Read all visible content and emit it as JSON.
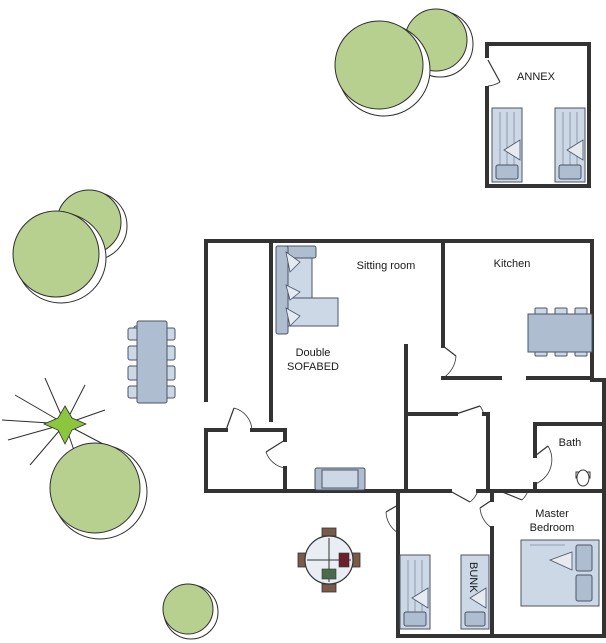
{
  "plan": {
    "rooms": {
      "annex": "ANNEX",
      "sitting_room": "Sitting room",
      "kitchen": "Kitchen",
      "sofabed_line1": "Double",
      "sofabed_line2": "SOFABED",
      "bath": "Bath",
      "master_line1": "Master",
      "master_line2": "Bedroom",
      "bunk": "BUNK"
    }
  },
  "colors": {
    "wall": "#333333",
    "furniture": "#cdd8e6",
    "tree": "#b7cf8f",
    "tree_star": "#8cc63f"
  },
  "icons": [
    "tree-icon",
    "bed-icon",
    "sofa-icon",
    "table-icon",
    "toilet-icon",
    "door-icon"
  ]
}
